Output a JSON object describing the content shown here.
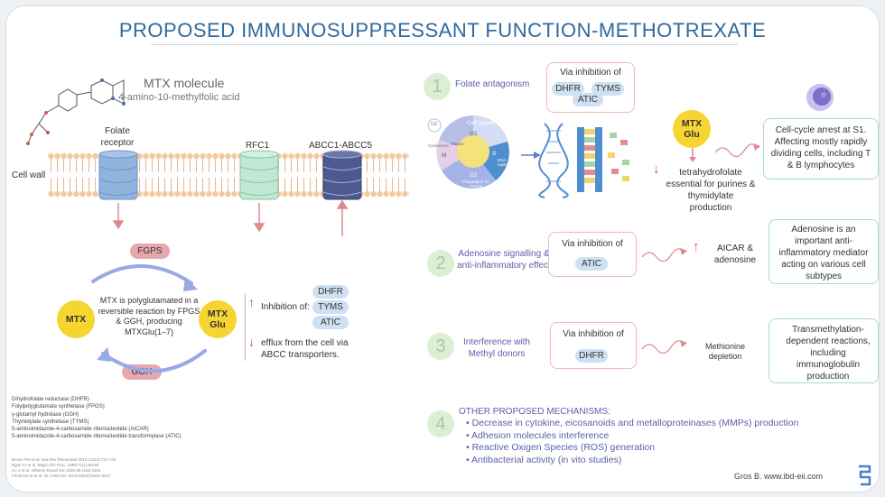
{
  "title": "PROPOSED IMMUNOSUPPRESSANT FUNCTION-METHOTREXATE",
  "mtx_molecule": {
    "name": "MTX molecule",
    "formula": "4-amino-10-methylfolic acid"
  },
  "membrane": {
    "cell_wall_label": "Cell wall",
    "receptors": [
      {
        "label_line1": "Folate",
        "label_line2": "receptor",
        "color": "#8fb3dc"
      },
      {
        "label_line1": "RFC1",
        "label_line2": "",
        "color": "#a8dcc3"
      },
      {
        "label_line1": "ABCC1-ABCC5",
        "label_line2": "",
        "color": "#4c5a8f"
      }
    ]
  },
  "cycle": {
    "fgps": "FGPS",
    "ggh": "GGH",
    "mtx": "MTX",
    "mtx_glu_line1": "MTX",
    "mtx_glu_line2": "Glu",
    "text": "MTX is polyglutamated in a reversible reaction by FPGS & GGH, producing MTXGlu(1–7)"
  },
  "inhibition": {
    "label": "Inhibition of:",
    "enzymes": [
      "DHFR",
      "TYMS",
      "ATIC"
    ],
    "efflux": "efflux from the cell via ABCC transporters."
  },
  "abbreviations": [
    "Dihydrofolate reductase (DHFR)",
    "Folylpolyglutamate synthetase (FPGS)",
    "γ-glutamyl hydrolase (GGH)",
    "Thymidylate synthetase (TYMS)",
    "5-aminoimidazole-4-carboxamide ribonucleotide (AICAR)",
    "5-aminoimidazole-4-carboxamide ribonucleotide transformylase (ATIC)"
  ],
  "references": [
    "Brown PM et al. Nat Rev Rheumatol 2016;12(12):731-742",
    "Egan LJ et al. Mayo Clin Proc. 1999;71(1):69-80",
    "Cu J et al. Inflamm Bowel Dis 2020;26:1163-1181",
    "Friedman B et al. Int J Mol Sci. 2019;20(20):5021-5037"
  ],
  "mech1": {
    "num": "1",
    "label": "Folate antagonism",
    "via": "Via inhibition of",
    "enzymes": [
      "DHFR",
      "TYMS",
      "ATIC"
    ],
    "badge_line1": "MTX",
    "badge_line2": "Glu",
    "effect": "tetrahydrofolate essential for purines & thymidylate production",
    "result": "Cell-cycle arrest at S1. Affecting mostly rapidly dividing cells, including T & B lymphocytes",
    "cell_cycle": {
      "title": "Cell growth",
      "phases": [
        "G0",
        "G1",
        "S",
        "G2",
        "M"
      ],
      "g2_sub": "Preparation for mitosis",
      "s_sub": "DNA replication",
      "m_sub": "Mitosis",
      "cyto": "Cytokinesis"
    }
  },
  "mech2": {
    "num": "2",
    "label": "Adenosine signalling & anti-inflammatory effect",
    "via": "Via inhibition of",
    "enzymes": [
      "ATIC"
    ],
    "effect": "AICAR & adenosine",
    "result": "Adenosine is an important anti-inflammatory mediator acting on various cell subtypes"
  },
  "mech3": {
    "num": "3",
    "label": "Interference with Methyl donors",
    "via": "Via inhibition of",
    "enzymes": [
      "DHFR"
    ],
    "effect": "Methionine depletion",
    "result": "Transmethylation-dependent reactions, including immunoglobulin production"
  },
  "mech4": {
    "num": "4",
    "heading": "OTHER PROPOSED MECHANISMS:",
    "items": [
      "Decrease in cytokine, eicosanoids and metalloproteinases (MMPs) production",
      "Adhesion molecules interference",
      "Reactive Oxigen Species (ROS) generation",
      "Antibacterial activity (in vito studies)"
    ]
  },
  "credit": "Gros B. www.ibd-eii.com",
  "colors": {
    "title": "#2f6a9f",
    "yellow": "#f6d530",
    "pink": "#e7a7ae",
    "blue_pill": "#cfe0f3",
    "green_box": "#a8dcc3",
    "pink_box": "#efb8c3",
    "membrane": "#f4c8a0"
  }
}
